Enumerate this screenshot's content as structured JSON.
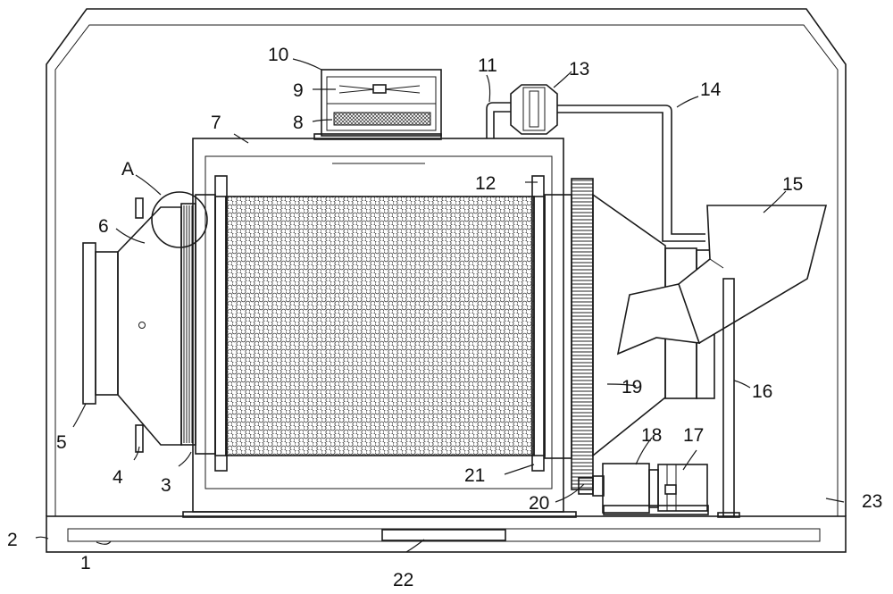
{
  "labels": {
    "l1": "1",
    "l2": "2",
    "l3": "3",
    "l4": "4",
    "l5": "5",
    "l6": "6",
    "l7": "7",
    "l8": "8",
    "l9": "9",
    "l10": "10",
    "l11": "11",
    "l12": "12",
    "l13": "13",
    "l14": "14",
    "l15": "15",
    "l16": "16",
    "l17": "17",
    "l18": "18",
    "l19": "19",
    "l20": "20",
    "l21": "21",
    "l22": "22",
    "l23": "23",
    "lA": "A"
  }
}
